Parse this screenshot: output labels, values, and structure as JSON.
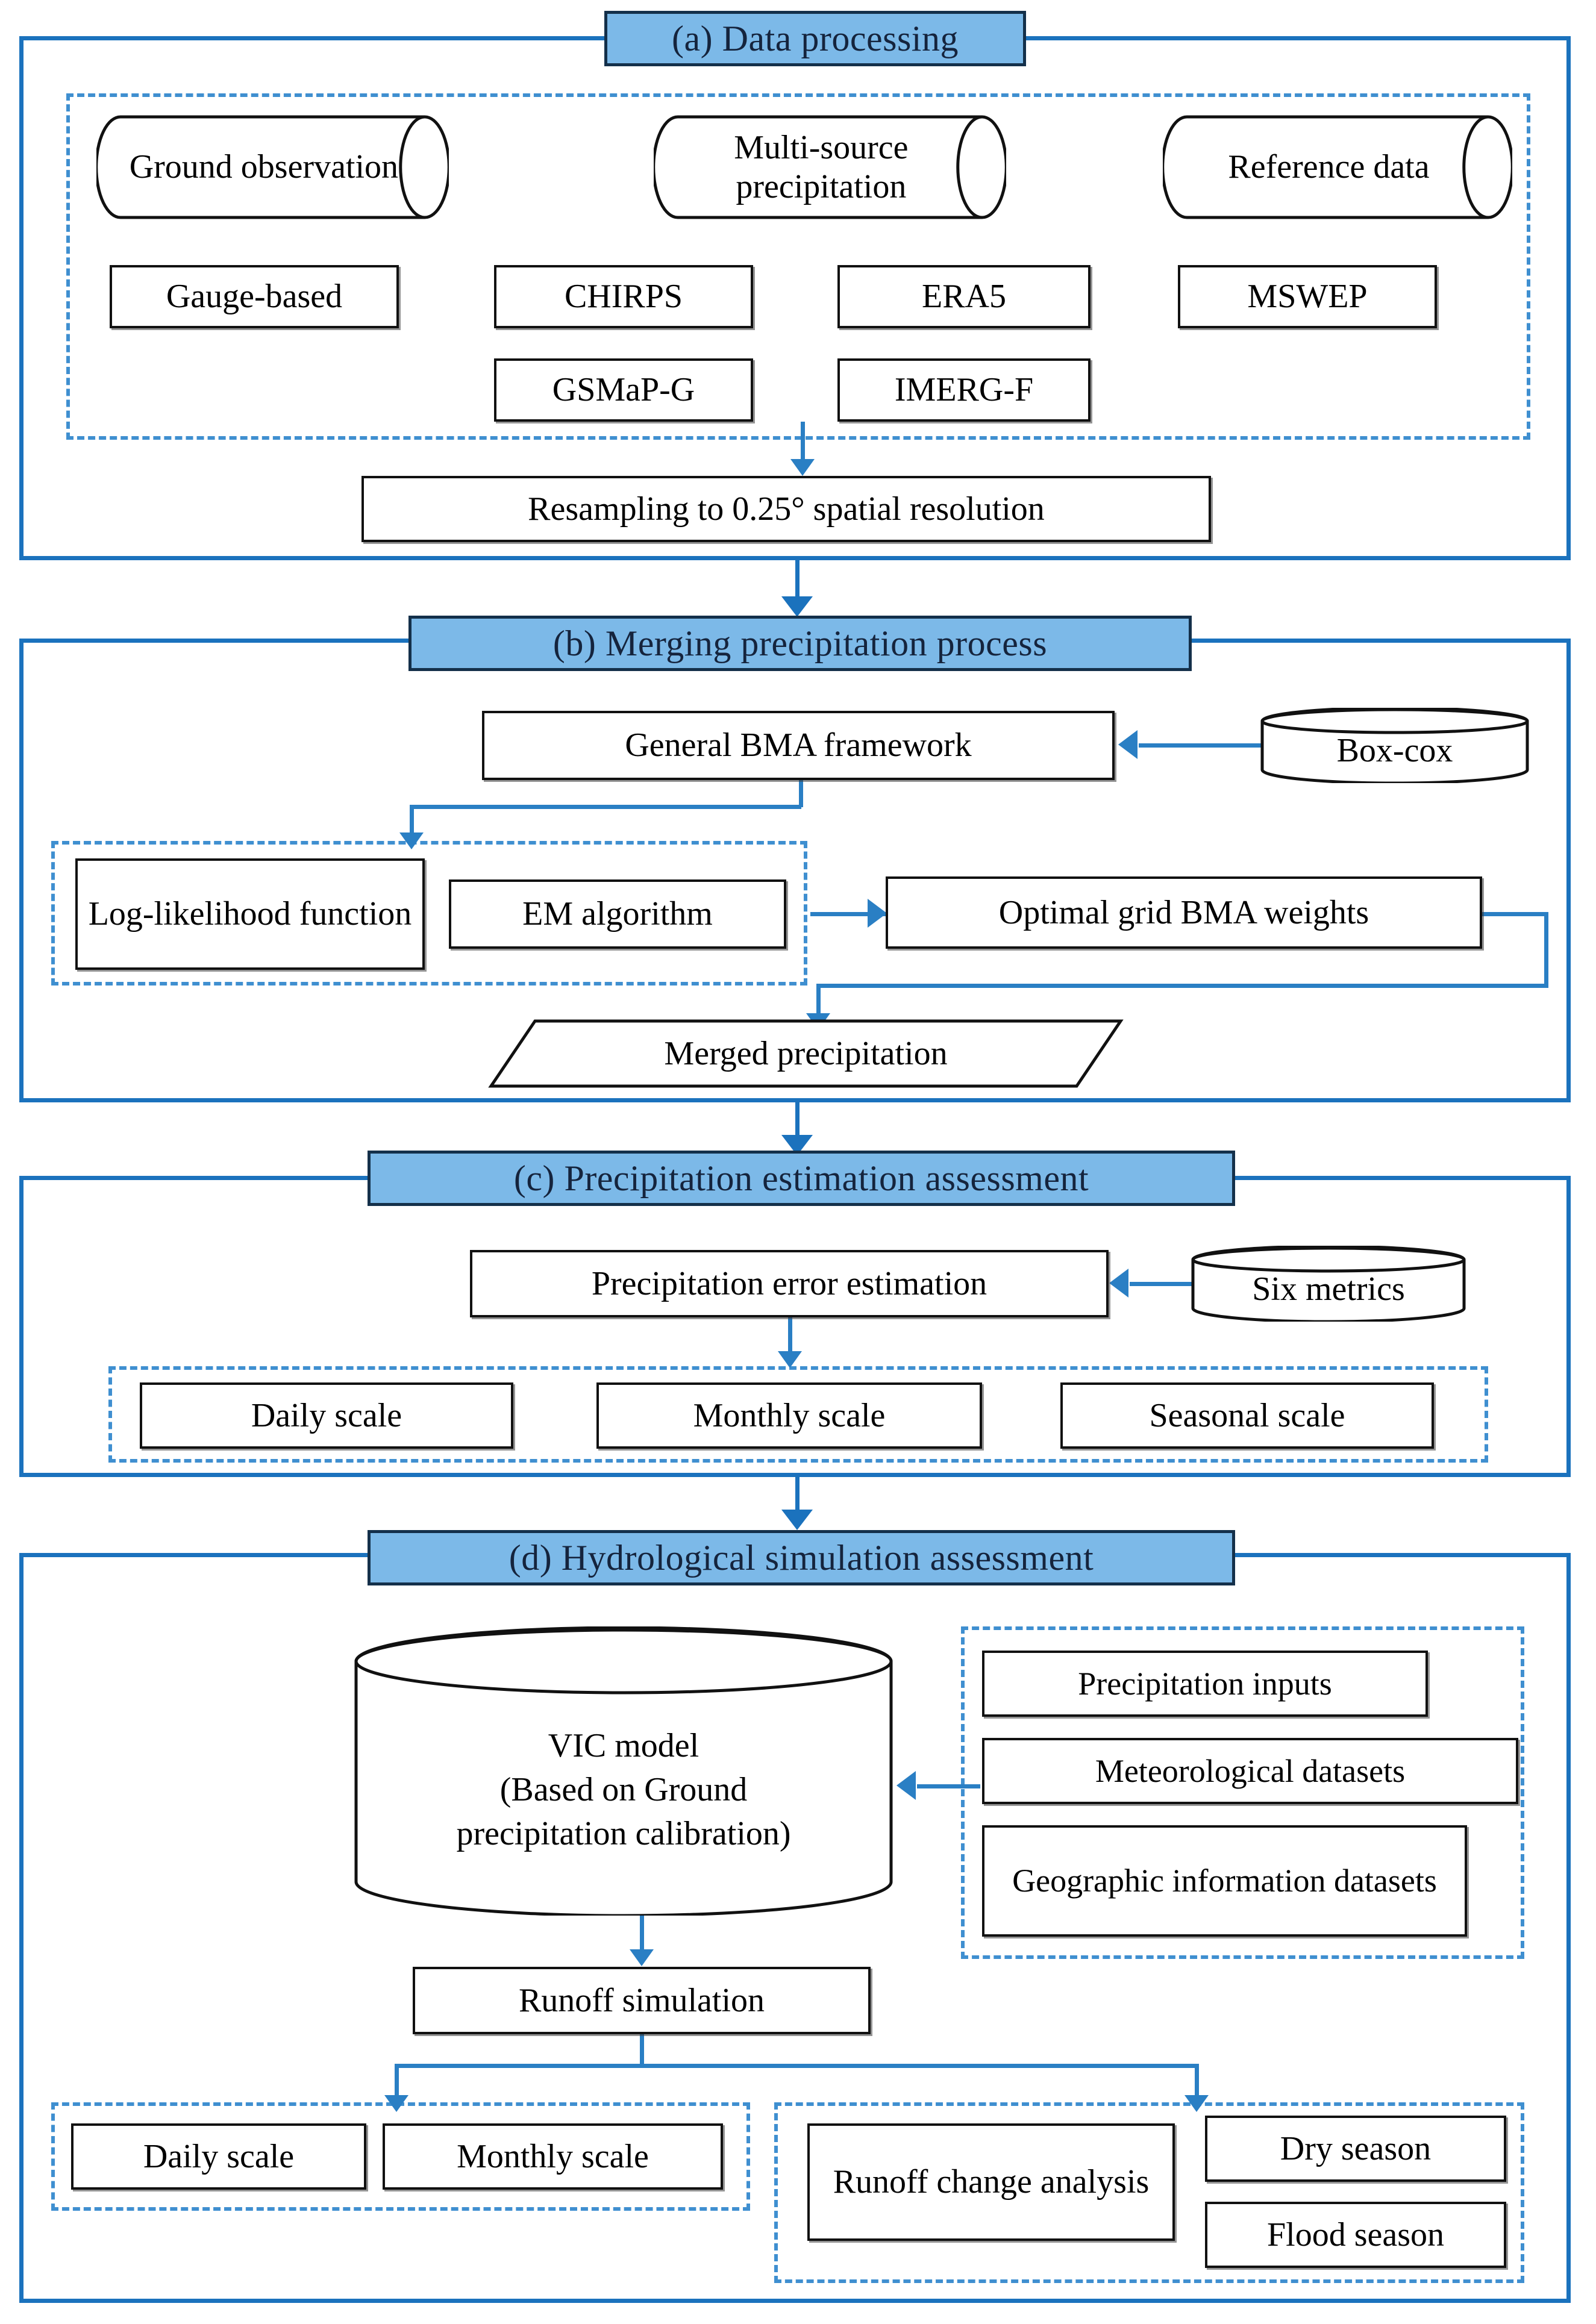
{
  "figure": {
    "type": "flowchart",
    "accent_color": "#1b72bd",
    "header_fill": "#7cb9e8",
    "dashed_color": "#3f8fd0"
  },
  "sections": [
    {
      "id": "a",
      "title": "(a) Data processing",
      "sources": [
        {
          "name": "ground-observation",
          "label": "Ground observation",
          "shape": "cylinder"
        },
        {
          "name": "multi-source-precipitation",
          "label": "Multi-source precipitation",
          "shape": "cylinder"
        },
        {
          "name": "reference-data",
          "label": "Reference data",
          "shape": "cylinder"
        }
      ],
      "datasets": [
        {
          "label": "Gauge-based"
        },
        {
          "label": "CHIRPS"
        },
        {
          "label": "ERA5"
        },
        {
          "label": "MSWEP"
        },
        {
          "label": "GSMaP-G"
        },
        {
          "label": "IMERG-F"
        }
      ],
      "resampling": "Resampling to 0.25° spatial resolution"
    },
    {
      "id": "b",
      "title": "(b) Merging precipitation process",
      "framework": "General BMA framework",
      "transform": "Box-cox",
      "loglikelihood": "Log-likelihood function",
      "em": "EM algorithm",
      "weights": "Optimal grid BMA weights",
      "merged": "Merged precipitation"
    },
    {
      "id": "c",
      "title": "(c) Precipitation estimation assessment",
      "error_estimation": "Precipitation error estimation",
      "metrics": "Six metrics",
      "scales": [
        {
          "label": "Daily scale"
        },
        {
          "label": "Monthly scale"
        },
        {
          "label": "Seasonal scale"
        }
      ]
    },
    {
      "id": "d",
      "title": "(d) Hydrological simulation assessment",
      "model": "VIC model\n(Based on Ground\nprecipitation calibration)",
      "model_line1": "VIC model",
      "model_line2": "(Based on Ground",
      "model_line3": "precipitation calibration)",
      "inputs": [
        {
          "label": "Precipitation inputs"
        },
        {
          "label": "Meteorological datasets"
        },
        {
          "label": "Geographic information datasets"
        }
      ],
      "runoff": "Runoff simulation",
      "left_group": [
        {
          "label": "Daily scale"
        },
        {
          "label": "Monthly scale"
        }
      ],
      "right_group": [
        {
          "label": "Runoff change analysis"
        },
        {
          "label": "Dry season"
        },
        {
          "label": "Flood season"
        }
      ]
    }
  ]
}
